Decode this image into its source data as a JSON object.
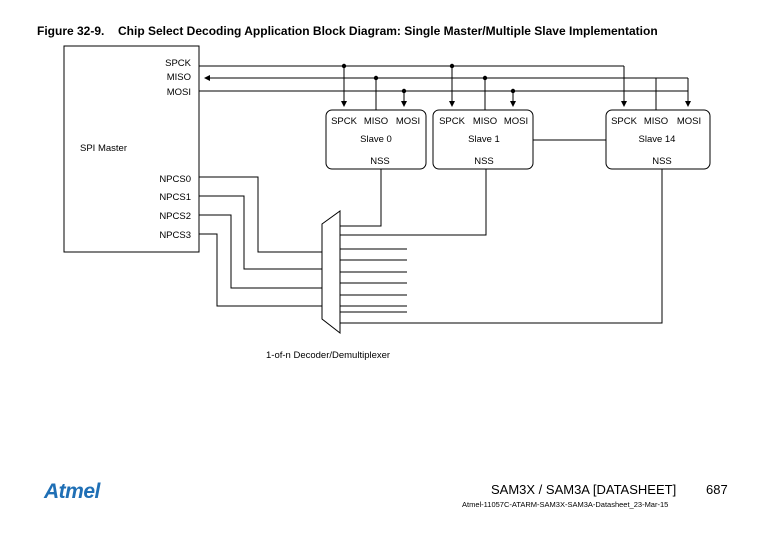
{
  "figure": {
    "number": "Figure 32-9.",
    "title": "Chip Select Decoding Application Block Diagram: Single Master/Multiple Slave Implementation"
  },
  "master": {
    "label": "SPI Master",
    "signals": [
      "SPCK",
      "MISO",
      "MOSI"
    ],
    "chip_selects": [
      "NPCS0",
      "NPCS1",
      "NPCS2",
      "NPCS3"
    ]
  },
  "slaves": [
    {
      "name": "Slave 0",
      "pins": [
        "SPCK",
        "MISO",
        "MOSI"
      ],
      "nss": "NSS"
    },
    {
      "name": "Slave 1",
      "pins": [
        "SPCK",
        "MISO",
        "MOSI"
      ],
      "nss": "NSS"
    },
    {
      "name": "Slave 14",
      "pins": [
        "SPCK",
        "MISO",
        "MOSI"
      ],
      "nss": "NSS"
    }
  ],
  "decoder": {
    "label": "1-of-n Decoder/Demultiplexer"
  },
  "footer": {
    "logo": "Atmel",
    "title": "SAM3X / SAM3A [DATASHEET]",
    "page": "687",
    "doc_id": "Atmel-11057C-ATARM-SAM3X-SAM3A-Datasheet_23-Mar-15"
  }
}
